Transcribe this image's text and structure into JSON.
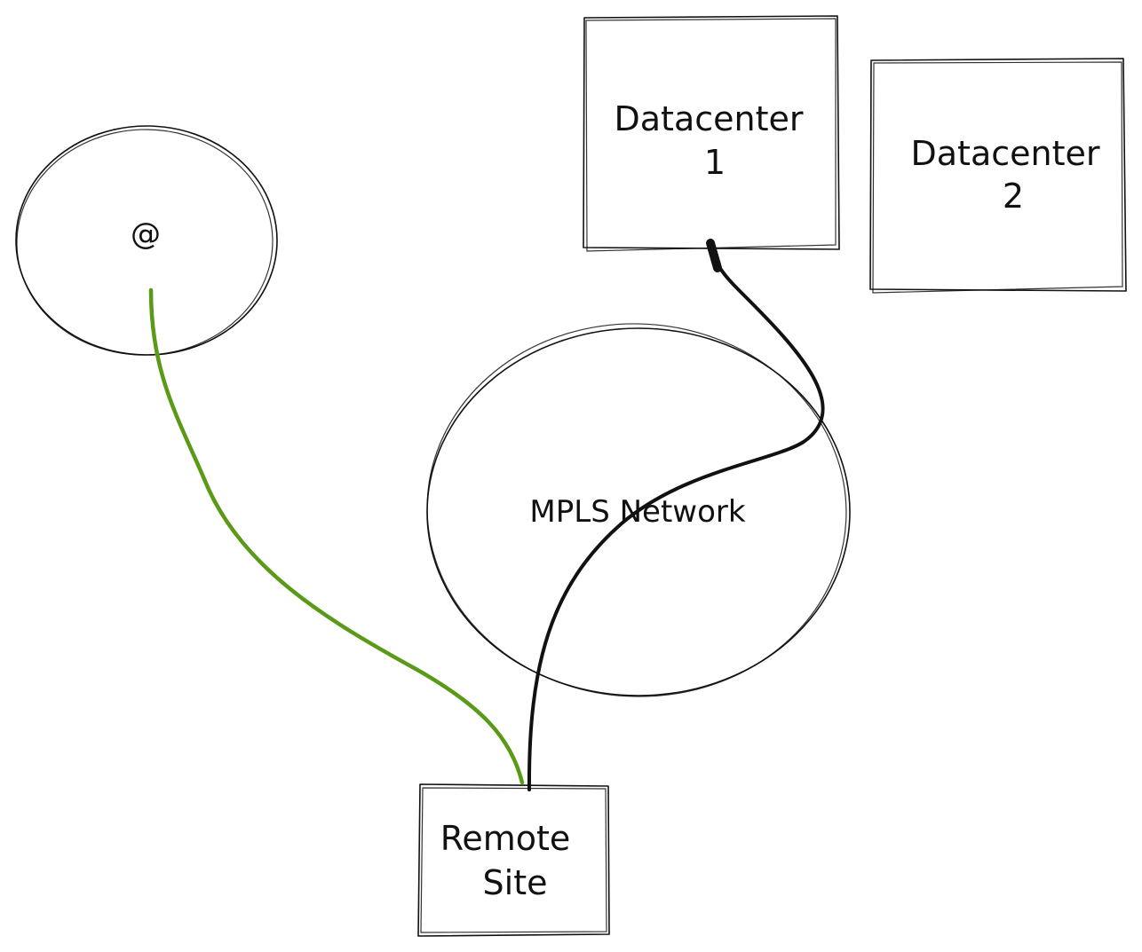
{
  "nodes": {
    "internet": {
      "label": "@"
    },
    "datacenter1": {
      "line1": "Datacenter",
      "line2": "1"
    },
    "datacenter2": {
      "line1": "Datacenter",
      "line2": "2"
    },
    "mpls": {
      "label": "MPLS Network"
    },
    "remote_site": {
      "line1": "Remote",
      "line2": "Site"
    }
  },
  "links": [
    {
      "from": "internet",
      "to": "remote_site",
      "color": "#5a9a18"
    },
    {
      "from": "datacenter1",
      "to": "remote_site",
      "color": "#111111"
    }
  ]
}
